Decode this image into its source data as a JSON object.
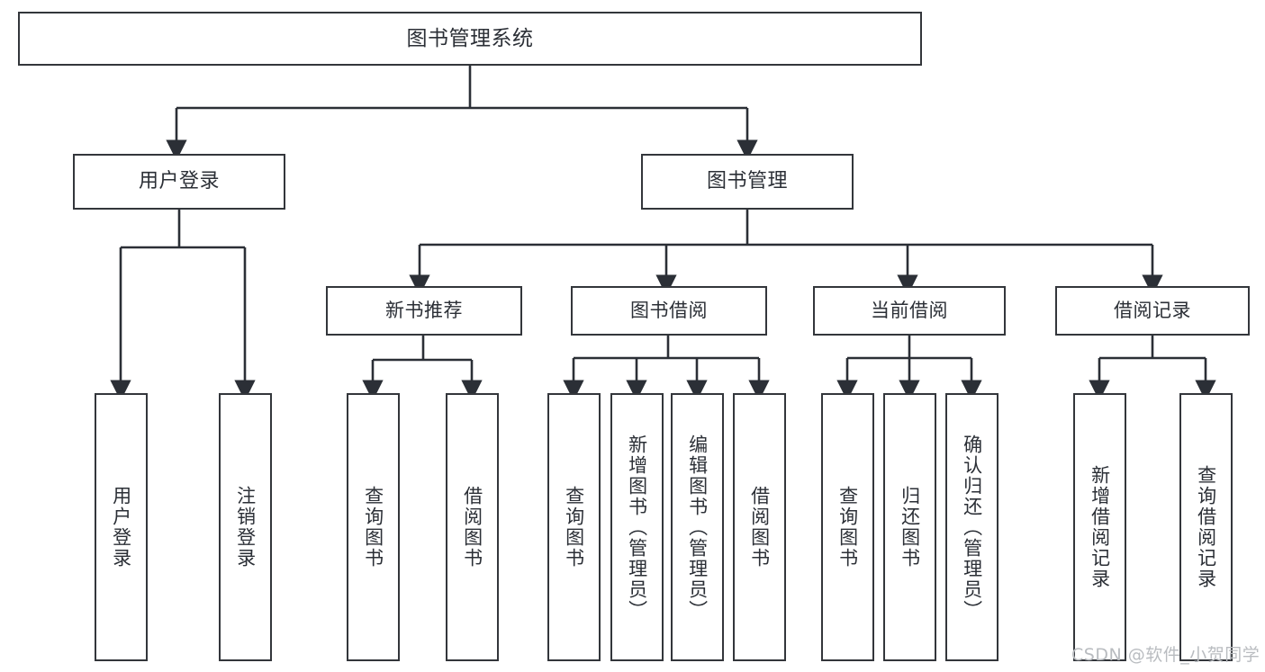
{
  "diagram": {
    "title": "图书管理系统",
    "type": "tree-hierarchy",
    "root": {
      "label": "图书管理系统"
    },
    "level1": [
      {
        "label": "用户登录"
      },
      {
        "label": "图书管理"
      }
    ],
    "level2": [
      {
        "label": "新书推荐"
      },
      {
        "label": "图书借阅"
      },
      {
        "label": "当前借阅"
      },
      {
        "label": "借阅记录"
      }
    ],
    "leaves": {
      "user_login": [
        {
          "label": "用户登录"
        },
        {
          "label": "注销登录"
        }
      ],
      "new_book_recommend": [
        {
          "label": "查询图书"
        },
        {
          "label": "借阅图书"
        }
      ],
      "book_borrow": [
        {
          "label": "查询图书"
        },
        {
          "label": "新增图书（管理员）"
        },
        {
          "label": "编辑图书（管理员）"
        },
        {
          "label": "借阅图书"
        }
      ],
      "current_borrow": [
        {
          "label": "查询图书"
        },
        {
          "label": "归还图书"
        },
        {
          "label": "确认归还（管理员）"
        }
      ],
      "borrow_record": [
        {
          "label": "新增借阅记录"
        },
        {
          "label": "查询借阅记录"
        }
      ]
    }
  },
  "watermark": {
    "text": "CSDN @软件_小贺同学"
  },
  "colors": {
    "box_border": "#33363b",
    "box_fill": "#ffffff",
    "text": "#2b2f36",
    "connector": "#2b2f36",
    "watermark": "#b9bcc0"
  }
}
